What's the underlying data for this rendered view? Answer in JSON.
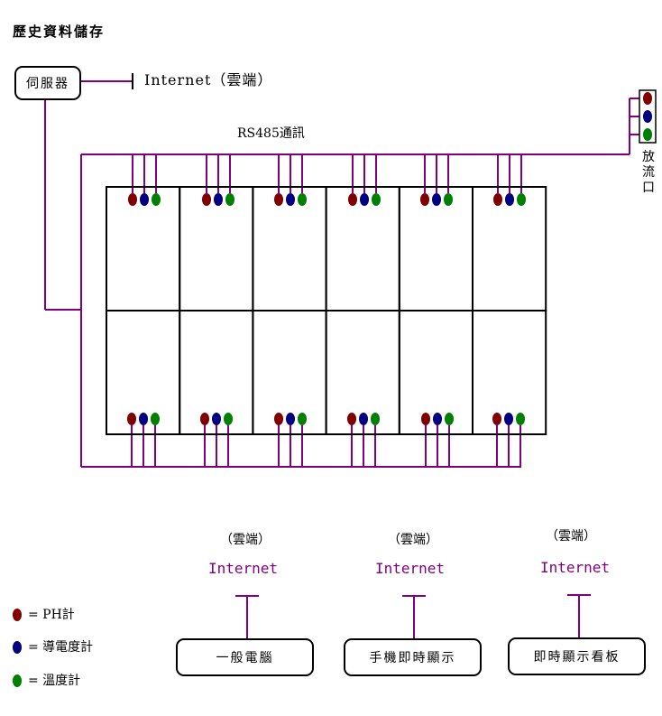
{
  "title": "歷史資料儲存",
  "server": {
    "label": "伺服器",
    "link_label": "Internet（雲端）"
  },
  "bus_label": "RS485通訊",
  "outlet_label": "放流口",
  "cloud_nodes": [
    {
      "cloud": "（雲端）",
      "internet": "Internet",
      "device": "一般電腦"
    },
    {
      "cloud": "（雲端）",
      "internet": "Internet",
      "device": "手機即時顯示"
    },
    {
      "cloud": "（雲端）",
      "internet": "Internet",
      "device": "即時顯示看板"
    }
  ],
  "legend": [
    {
      "label": "= PH計",
      "color": "#800000"
    },
    {
      "label": "= 導電度計",
      "color": "#000080"
    },
    {
      "label": "= 溫度計",
      "color": "#008000"
    }
  ],
  "colors": {
    "wire": "#800080",
    "ph": "#800000",
    "conductivity": "#000080",
    "temperature": "#008000"
  },
  "grid": {
    "rows": 2,
    "cols": 6
  }
}
